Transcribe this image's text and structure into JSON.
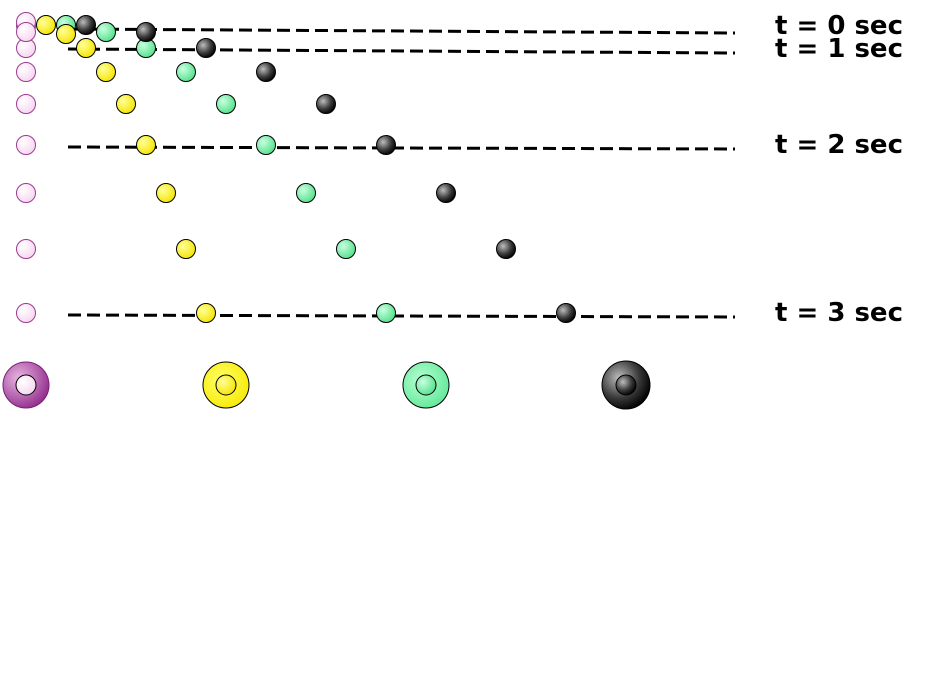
{
  "time_labels": [
    {
      "text": "t = 0 sec"
    },
    {
      "text": "t = 1 sec"
    },
    {
      "text": "t = 2 sec"
    },
    {
      "text": "t = 3 sec"
    }
  ],
  "colors": {
    "pink": "#fbe3f6",
    "yellow": "#fff21a",
    "green": "#7df0a8",
    "black": "#1a1a1a",
    "purple": "#a3359e",
    "line": "#000000"
  },
  "series": [
    "pink",
    "yellow",
    "green",
    "black"
  ]
}
